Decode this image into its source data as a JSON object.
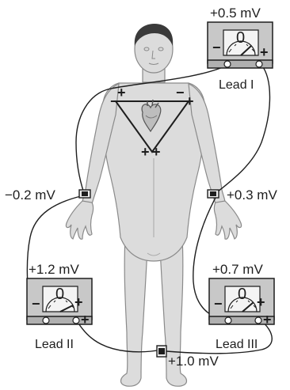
{
  "lead_i": {
    "name": "Lead I",
    "reading": "+0.5 mV",
    "zero": "0",
    "plus": "+",
    "minus": "−"
  },
  "lead_ii": {
    "name": "Lead II",
    "reading": "+1.2 mV",
    "zero": "0",
    "plus": "+",
    "minus": "−"
  },
  "lead_iii": {
    "name": "Lead III",
    "reading": "+0.7 mV",
    "zero": "0",
    "plus": "+",
    "minus": "−"
  },
  "electrodes": {
    "right_arm": "−0.2 mV",
    "left_arm": "+0.3 mV",
    "left_leg": "+1.0 mV"
  },
  "triangle_signs": {
    "top_left_minus": "−",
    "top_left_plus": "+",
    "top_right_minus": "−",
    "top_right_plus": "+",
    "bottom_plus_left": "+",
    "bottom_plus_right": "+"
  },
  "colors": {
    "skin": "#dcdcdc",
    "outline": "#8a8a8a",
    "wire": "#1e1e1e",
    "meter_body": "#c8c8c8",
    "meter_face": "#f4f4f4"
  }
}
